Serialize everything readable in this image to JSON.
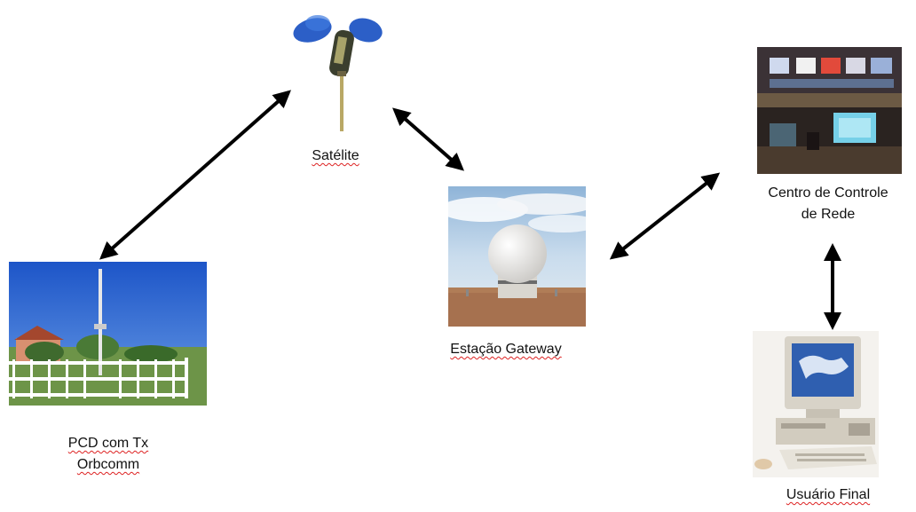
{
  "nodes": {
    "satellite": {
      "label": "Satélite"
    },
    "gateway": {
      "label": "Estação Gateway"
    },
    "control_center": {
      "label_line1": "Centro de Controle",
      "label_line2": "de Rede"
    },
    "pcd": {
      "label_line1": "PCD com Tx",
      "label_line2": "Orbcomm"
    },
    "end_user": {
      "label": "Usuário Final"
    }
  },
  "links": [
    {
      "from": "pcd",
      "to": "satellite",
      "direction": "bidirectional"
    },
    {
      "from": "satellite",
      "to": "gateway",
      "direction": "bidirectional"
    },
    {
      "from": "gateway",
      "to": "control_center",
      "direction": "bidirectional"
    },
    {
      "from": "control_center",
      "to": "end_user",
      "direction": "bidirectional"
    }
  ],
  "colors": {
    "arrow": "#000000",
    "spellcheck_underline": "#d22222"
  },
  "icons": {
    "satellite": "satellite-photo",
    "gateway": "radome-station-photo",
    "control_center": "control-room-photo",
    "pcd": "weather-station-photo",
    "end_user": "desktop-computer-photo"
  }
}
